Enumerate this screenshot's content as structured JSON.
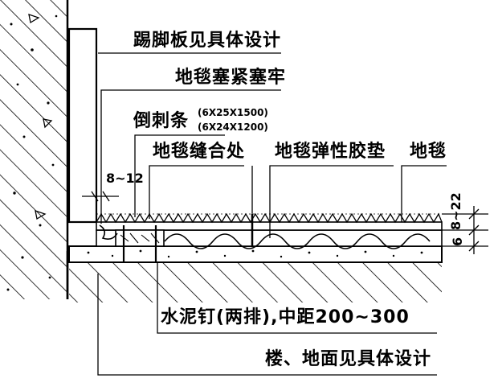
{
  "labels": {
    "skirting": "踢脚板见具体设计",
    "carpet_tuck": "地毯塞紧塞牢",
    "gripper_strip": "倒刺条",
    "gripper_size_1": "(6X25X1500)",
    "gripper_size_2": "(6X24X1200)",
    "carpet_seam": "地毯缝合处",
    "underlay": "地毯弹性胶垫",
    "carpet": "地毯",
    "nails": "水泥钉(两排),中距200~300",
    "floor": "楼、地面见具体设计"
  },
  "dimensions": {
    "gap": "8~12",
    "carpet_thickness": "8~22",
    "underlay_thickness": "6"
  },
  "colors": {
    "ink": "#000000",
    "paper": "#ffffff"
  }
}
